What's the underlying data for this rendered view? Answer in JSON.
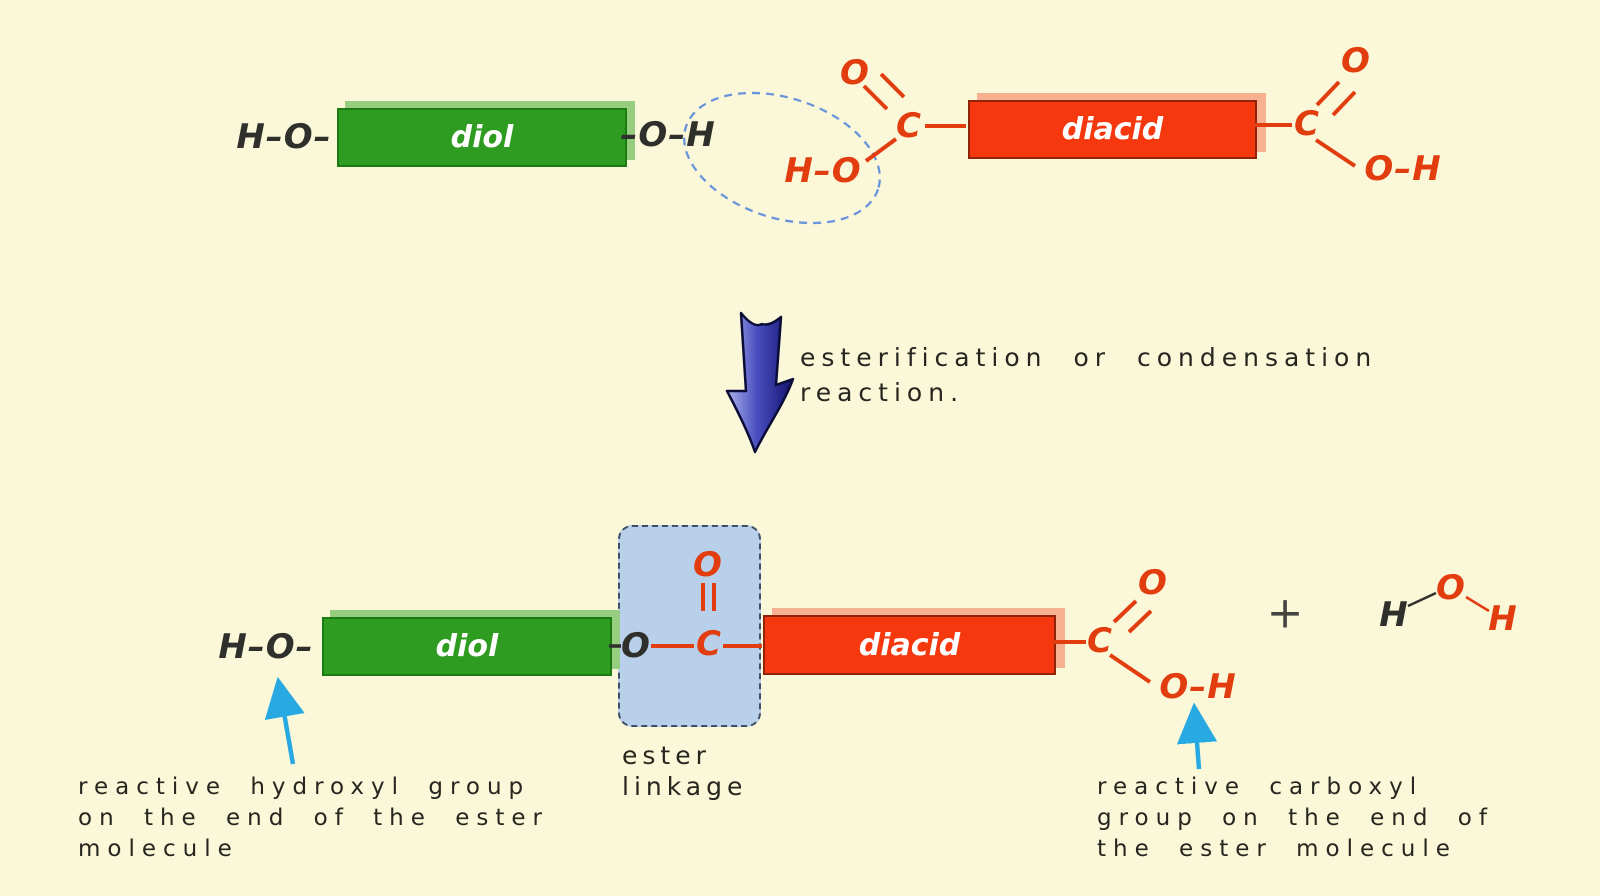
{
  "title": "esterification of a diol and a diacid",
  "colors": {
    "background": "#FAF8D9",
    "diol_green": "#2D9C20",
    "diacid_red": "#F5380D",
    "structure_red": "#E23D0F",
    "structure_black": "#2F2F2B",
    "ester_highlight_blue": "#B9D0EA",
    "pointer_cyan": "#29A9E1",
    "big_arrow_blue": "#1A1A7E"
  },
  "top": {
    "ho_left": "H–O–",
    "diol_label": "diol",
    "oh_right": "–O–H",
    "acid_left": {
      "ho": "H–O",
      "carbon": "C",
      "carbonyl_o": "O"
    },
    "diacid_label": "diacid",
    "acid_right": {
      "carbon": "C",
      "carbonyl_o": "O",
      "oh": "O–H"
    }
  },
  "reaction": {
    "line1": "esterification or condensation",
    "line2": "reaction."
  },
  "bottom": {
    "ho_left": "H–O–",
    "diol_label": "diol",
    "ester": {
      "o": "O",
      "c": "C",
      "carbonyl_o": "O"
    },
    "ester_label_line1": "ester",
    "ester_label_line2": "linkage",
    "diacid_label": "diacid",
    "acid_right": {
      "carbon": "C",
      "carbonyl_o": "O",
      "oh": "O–H"
    },
    "plus": "+",
    "water": {
      "h_left": "H",
      "o": "O",
      "h_right": "H"
    }
  },
  "annotations": {
    "left": [
      "reactive hydroxyl group",
      "on the end of the ester",
      "molecule"
    ],
    "right": [
      "reactive carboxyl",
      "group on the end of",
      "the ester molecule"
    ]
  }
}
